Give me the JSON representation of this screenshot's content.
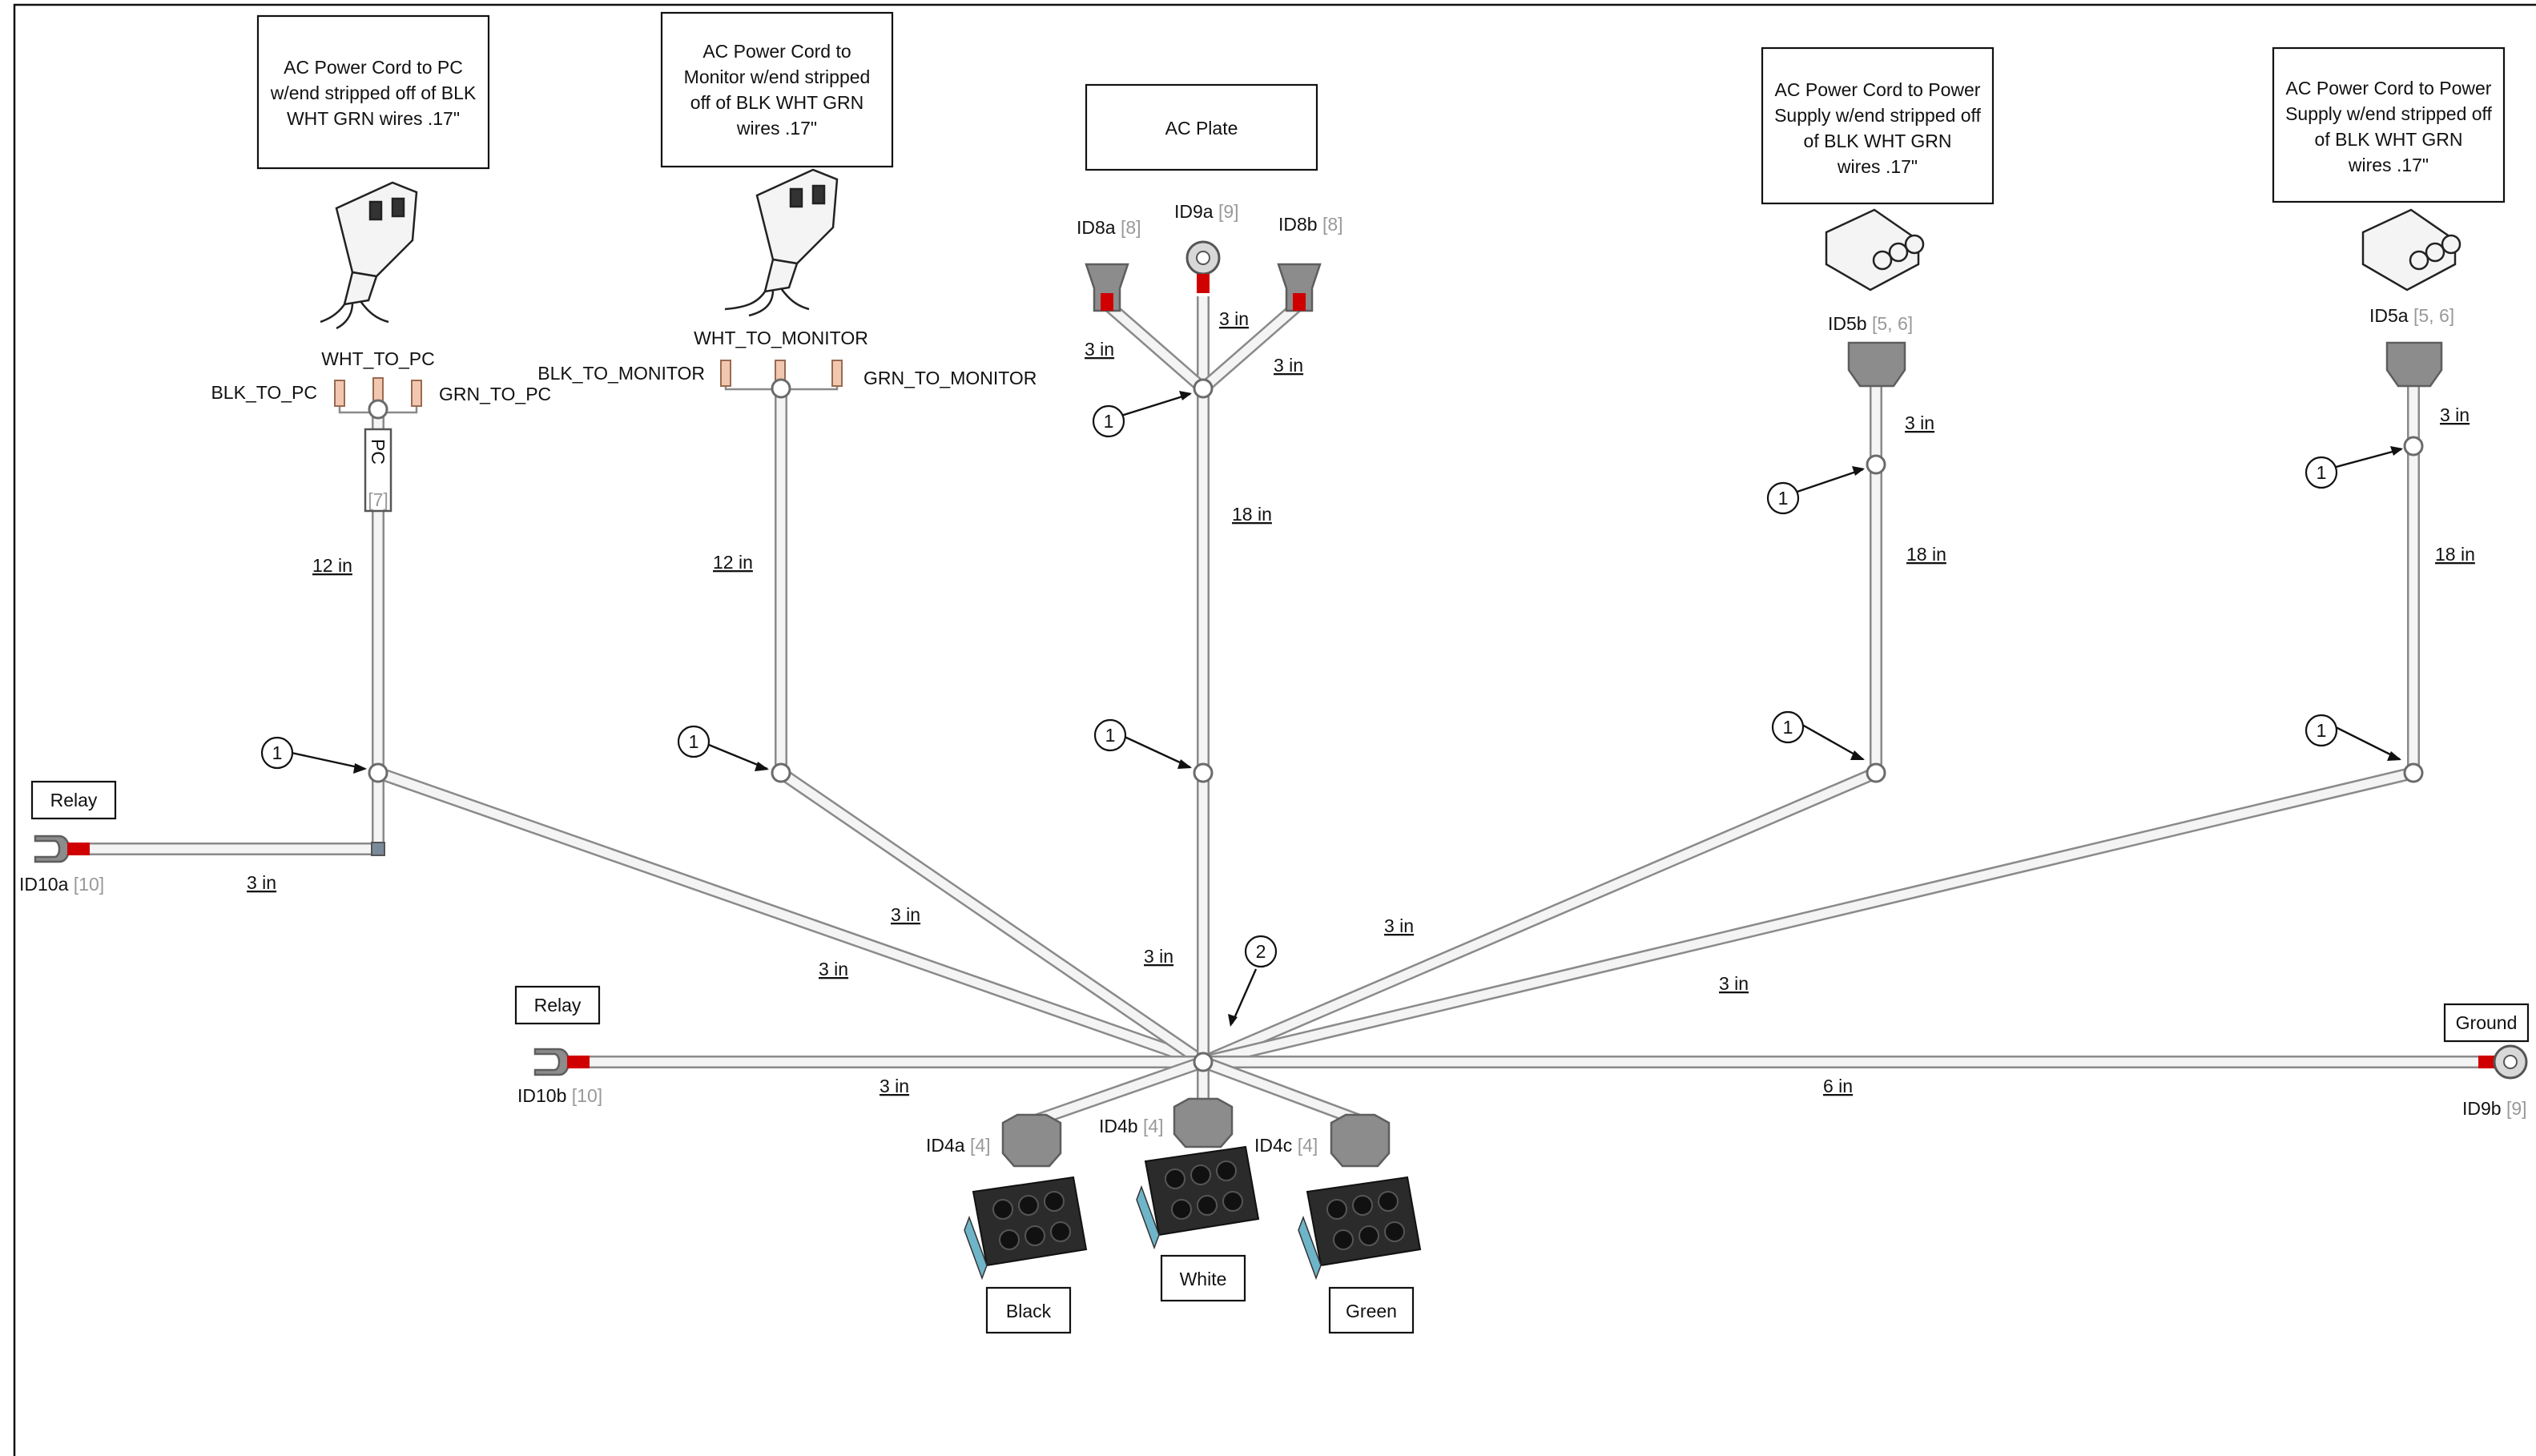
{
  "notes": {
    "pc_cord": [
      "AC Power Cord to PC",
      "w/end stripped off of BLK",
      "WHT GRN wires .17\""
    ],
    "monitor_cord": [
      "AC Power Cord to",
      "Monitor w/end stripped",
      "off of BLK WHT GRN",
      "wires .17\""
    ],
    "ac_plate": "AC Plate",
    "psu_cord_b": [
      "AC Power Cord to Power",
      "Supply w/end stripped off",
      "of BLK WHT GRN",
      "wires .17\""
    ],
    "psu_cord_a": [
      "AC Power Cord to Power",
      "Supply w/end stripped off",
      "of BLK WHT GRN",
      "wires .17\""
    ]
  },
  "labels": {
    "relay_a_box": "Relay",
    "relay_b_box": "Relay",
    "ground_box": "Ground",
    "black_box": "Black",
    "white_box": "White",
    "green_box": "Green"
  },
  "wires": {
    "wht_to_pc": "WHT_TO_PC",
    "blk_to_pc": "BLK_TO_PC",
    "grn_to_pc": "GRN_TO_PC",
    "wht_to_monitor": "WHT_TO_MONITOR",
    "blk_to_monitor": "BLK_TO_MONITOR",
    "grn_to_monitor": "GRN_TO_MONITOR",
    "pc_sleeve": "PC",
    "pc_sleeve_ref": "[7]"
  },
  "connectors": {
    "id8a": {
      "id": "ID8a",
      "ref": "[8]"
    },
    "id9a": {
      "id": "ID9a",
      "ref": "[9]"
    },
    "id8b": {
      "id": "ID8b",
      "ref": "[8]"
    },
    "id5b": {
      "id": "ID5b",
      "ref": "[5, 6]"
    },
    "id5a": {
      "id": "ID5a",
      "ref": "[5, 6]"
    },
    "id10a": {
      "id": "ID10a",
      "ref": "[10]"
    },
    "id10b": {
      "id": "ID10b",
      "ref": "[10]"
    },
    "id9b": {
      "id": "ID9b",
      "ref": "[9]"
    },
    "id4a": {
      "id": "ID4a",
      "ref": "[4]"
    },
    "id4b": {
      "id": "ID4b",
      "ref": "[4]"
    },
    "id4c": {
      "id": "ID4c",
      "ref": "[4]"
    }
  },
  "lengths": {
    "pc_drop": "12 in",
    "relay_a": "3 in",
    "pc_to_hub": "3 in",
    "monitor_drop": "12 in",
    "monitor_to_hub": "3 in",
    "plate_drop": "18 in",
    "plate_lower": "3 in",
    "id8a_leg": "3 in",
    "id9a_leg": "3 in",
    "id8b_leg": "3 in",
    "id5b_leg": "3 in",
    "id5b_drop": "18 in",
    "id5b_to_hub": "3 in",
    "id5a_leg": "3 in",
    "id5a_drop": "18 in",
    "id5a_to_hub": "3 in",
    "relay_b": "3 in",
    "ground": "6 in"
  },
  "balloons": {
    "splice": "1",
    "hub": "2"
  },
  "colors": {
    "red_pin": "#d00000",
    "boot_gray": "#8c8c8c",
    "wire_outline": "#8a8a8a"
  }
}
